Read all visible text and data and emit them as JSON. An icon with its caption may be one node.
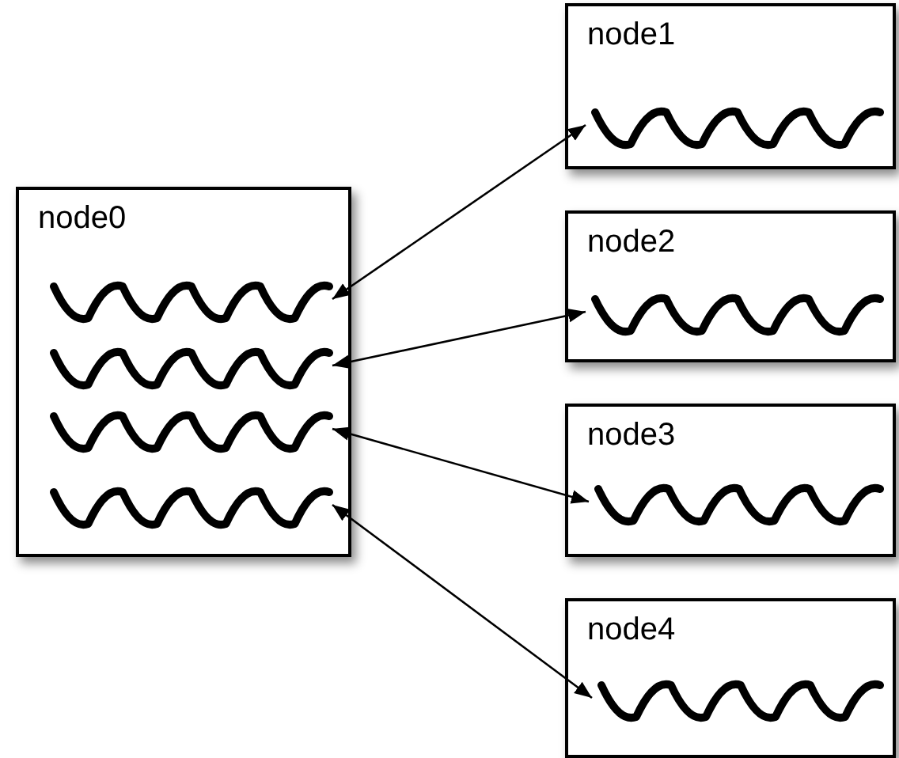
{
  "diagram": {
    "nodes": [
      {
        "text": [
          "node0"
        ]
      },
      {
        "text": [],
        "shape": "wave",
        "in": 0
      },
      {
        "text": [],
        "shape": "wave",
        "in": 0
      },
      {
        "text": [],
        "shape": "wave",
        "in": 0
      },
      {
        "text": [],
        "shape": "wave",
        "in": 0
      },
      {
        "text": [
          "node1"
        ]
      },
      {
        "text": [],
        "shape": "wave",
        "in": 5
      },
      {
        "text": [
          "node2"
        ]
      },
      {
        "text": [],
        "shape": "wave",
        "in": 7
      },
      {
        "text": [
          "node3"
        ]
      },
      {
        "text": [],
        "shape": "wave",
        "in": 9
      },
      {
        "text": [
          "node4"
        ]
      },
      {
        "text": [],
        "shape": "wave",
        "in": 11
      }
    ],
    "edges": [
      {
        "from": 1,
        "to": 6,
        "arrow": "both"
      },
      {
        "from": 2,
        "to": 8,
        "arrow": "both"
      },
      {
        "from": 3,
        "to": 10,
        "arrow": "both"
      },
      {
        "from": 4,
        "to": 12,
        "arrow": "both"
      }
    ]
  }
}
